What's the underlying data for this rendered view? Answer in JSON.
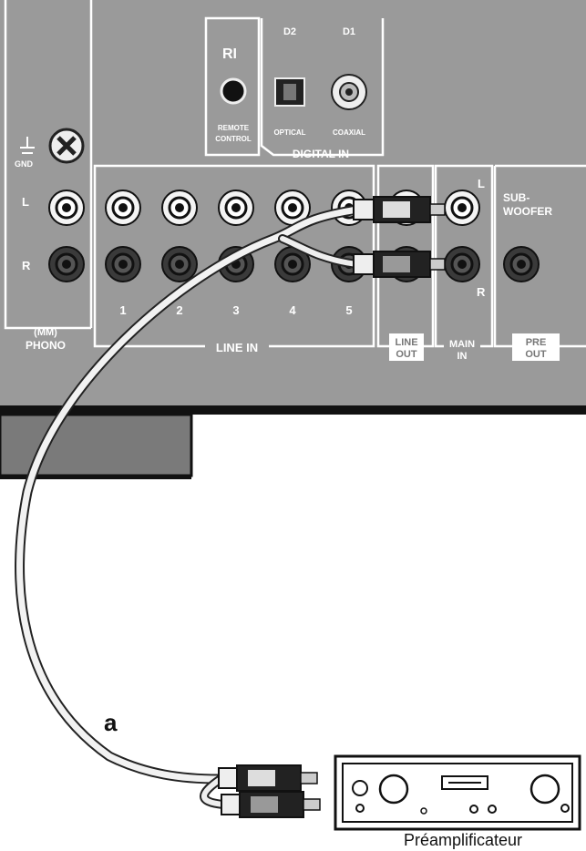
{
  "panel": {
    "gnd": "GND",
    "ri": "RI",
    "remote_control_1": "REMOTE",
    "remote_control_2": "CONTROL",
    "d2": "D2",
    "d1": "D1",
    "optical": "OPTICAL",
    "coaxial": "COAXIAL",
    "digital_in": "DIGITAL IN",
    "row_l": "L",
    "row_r": "R",
    "phono_1": "(MM)",
    "phono_2": "PHONO",
    "line_in_numbers": [
      "1",
      "2",
      "3",
      "4",
      "5"
    ],
    "line_in": "LINE IN",
    "line_out_1": "LINE",
    "line_out_2": "OUT",
    "main_in_1": "MAIN",
    "main_in_2": "IN",
    "main_l": "L",
    "main_r": "R",
    "subwoofer_1": "SUB-",
    "subwoofer_2": "WOOFER",
    "pre_out_1": "PRE",
    "pre_out_2": "OUT"
  },
  "callout": {
    "cable_letter": "a"
  },
  "device": {
    "name": "Préamplificateur"
  },
  "colors": {
    "panel": "#9a9a9a",
    "panel_dark": "#6e6e6e",
    "line": "#ffffff"
  }
}
